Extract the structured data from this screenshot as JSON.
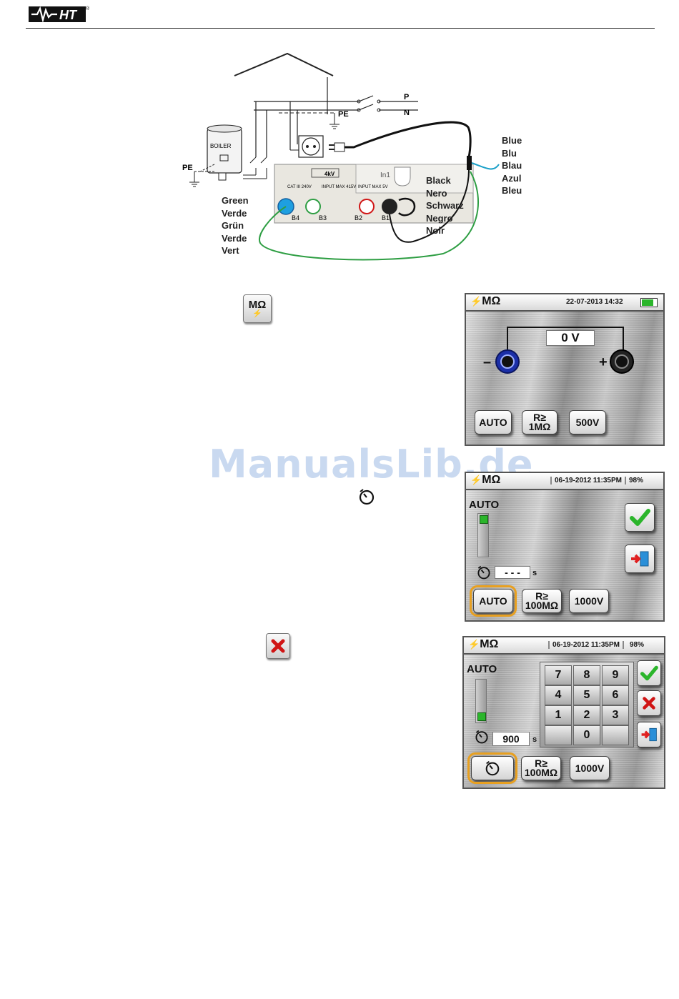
{
  "header": {
    "brand": "HT",
    "trademark": "®"
  },
  "watermark": "ManualsLib.de",
  "diagram": {
    "line_p": "P",
    "line_n": "N",
    "pe_top": "PE",
    "pe_left": "PE",
    "boiler": "BOILER",
    "panel_warning": "4kV",
    "panel_cat": "CAT III 240V",
    "panel_input1": "INPUT MAX 415V",
    "panel_input2": "INPUT MAX 5V",
    "panel_in1": "In1",
    "terminals": {
      "b4": "B4",
      "b3": "B3",
      "b2": "B2",
      "b1": "B1"
    },
    "green_labels": [
      "Green",
      "Verde",
      "Grün",
      "Verde",
      "Vert"
    ],
    "black_labels": [
      "Black",
      "Nero",
      "Schwarz",
      "Negro",
      "Noir"
    ],
    "blue_labels": [
      "Blue",
      "Blu",
      "Blau",
      "Azul",
      "Bleu"
    ],
    "colors": {
      "green": "#2e9e43",
      "blue": "#1aa0c8",
      "black": "#111111",
      "red": "#d01515"
    }
  },
  "key_megohm": {
    "label": "MΩ"
  },
  "screen1": {
    "mode": "MΩ",
    "datetime": "22-07-2013 14:32",
    "voltage": "0 V",
    "minus": "–",
    "plus": "+",
    "buttons": [
      "AUTO",
      "R≥",
      "1MΩ",
      "500V"
    ]
  },
  "screen2": {
    "mode": "MΩ",
    "datetime": "06-19-2012 11:35PM",
    "battery": "98%",
    "auto": "AUTO",
    "timer": "- - -",
    "unit": "s",
    "buttons": [
      "AUTO",
      "R≥",
      "100MΩ",
      "1000V"
    ]
  },
  "screen3": {
    "mode": "MΩ",
    "datetime": "06-19-2012 11:35PM",
    "battery": "98%",
    "auto": "AUTO",
    "timer": "900",
    "unit": "s",
    "keypad": [
      "7",
      "8",
      "9",
      "4",
      "5",
      "6",
      "1",
      "2",
      "3",
      "0"
    ],
    "buttons": [
      "R≥",
      "100MΩ",
      "1000V"
    ]
  }
}
